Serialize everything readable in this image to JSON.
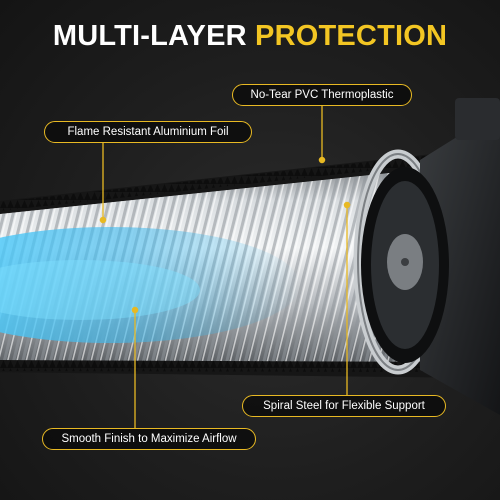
{
  "headline": {
    "part1": "MULTI-LAYER",
    "part2": "PROTECTION"
  },
  "colors": {
    "accent": "#f3c623",
    "callout_border": "#e8b923",
    "background": "#1e1e1e",
    "airflow": "#3fb8ec"
  },
  "callouts": {
    "pvc": "No-Tear PVC Thermoplastic",
    "foil": "Flame Resistant Aluminium Foil",
    "steel": "Spiral Steel for Flexible Support",
    "airflow": "Smooth Finish to Maximize Airflow"
  }
}
